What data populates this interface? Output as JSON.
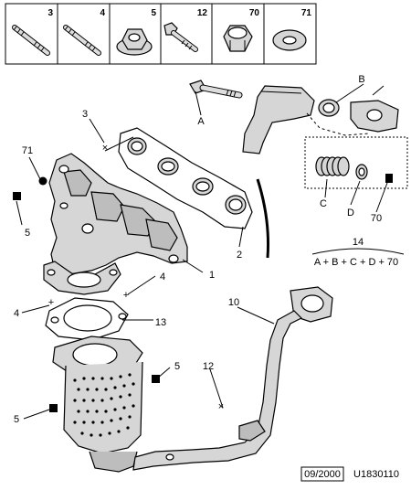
{
  "parts_header": [
    {
      "ref": "3",
      "icon": "stud-icon"
    },
    {
      "ref": "4",
      "icon": "stud-icon"
    },
    {
      "ref": "5",
      "icon": "flange-nut-icon"
    },
    {
      "ref": "12",
      "icon": "bolt-icon"
    },
    {
      "ref": "70",
      "icon": "nut-icon"
    },
    {
      "ref": "71",
      "icon": "washer-icon"
    }
  ],
  "callouts": {
    "c1": "1",
    "c2": "2",
    "c3": "3",
    "c4a": "4",
    "c4b": "4",
    "c5a": "5",
    "c5b": "5",
    "c5c": "5",
    "c10": "10",
    "c12": "12",
    "c13": "13",
    "c70": "70",
    "c71": "71",
    "cA": "A",
    "cB": "B",
    "cC": "C",
    "cD": "D"
  },
  "kit": {
    "ref": "14",
    "formula": "A + B + C + D + 70"
  },
  "footer": {
    "date": "09/2000",
    "code": "U1830110"
  }
}
